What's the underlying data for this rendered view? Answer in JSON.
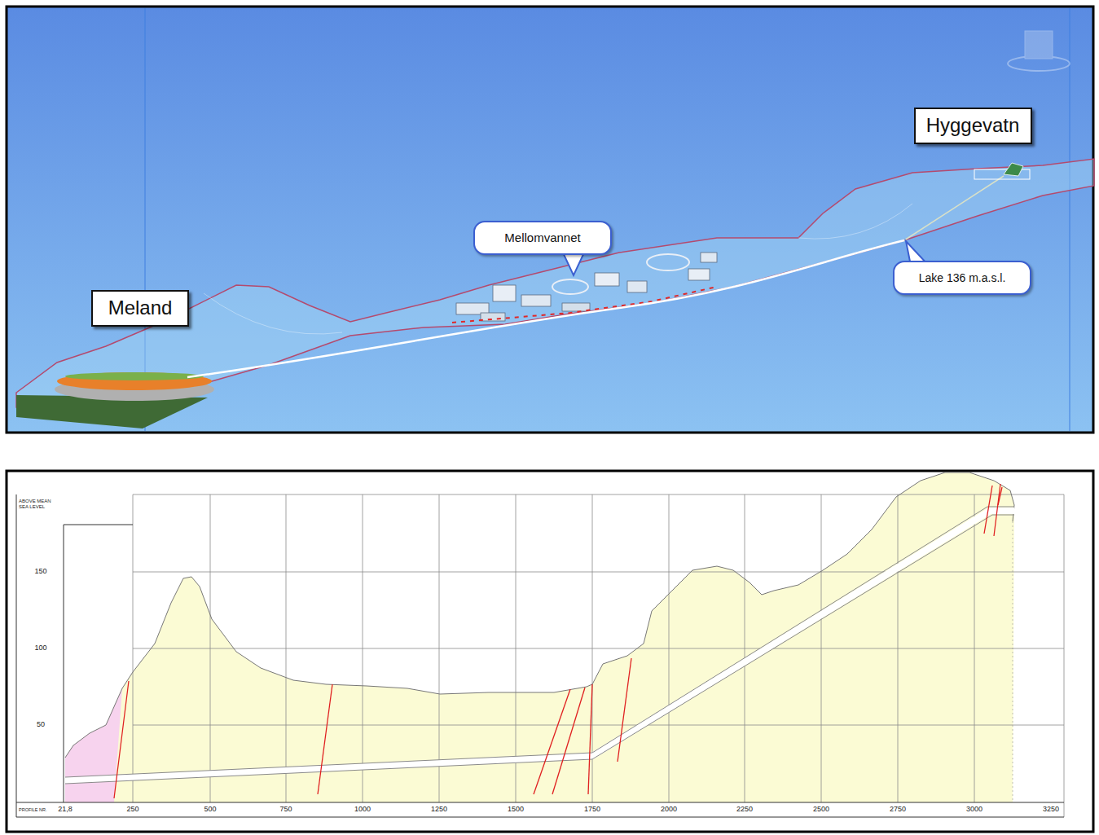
{
  "diagram": {
    "nodes": [
      {
        "text": [
          "Hyggevatn"
        ]
      },
      {
        "text": [
          "Mellomvannet"
        ]
      },
      {
        "text": [
          "Lake 136 m.a.s.l."
        ]
      },
      {
        "text": [
          "Meland"
        ]
      }
    ],
    "labels": [
      "ABOVE MEAN SEA LEVEL",
      "150",
      "100",
      "50",
      "PROFILE NR.",
      "21,8",
      "250",
      "500",
      "750",
      "1000",
      "1250",
      "1500",
      "1750",
      "2000",
      "2250",
      "2500",
      "2750",
      "3000",
      "3250"
    ]
  }
}
